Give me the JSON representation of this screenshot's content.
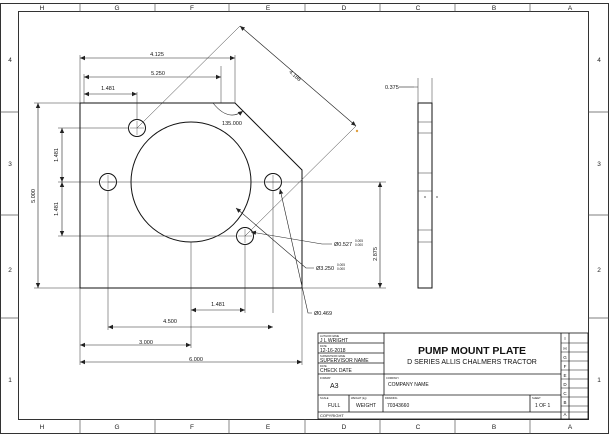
{
  "border": {
    "columns": [
      "H",
      "G",
      "F",
      "E",
      "D",
      "C",
      "B",
      "A"
    ],
    "rows": [
      "4",
      "3",
      "2",
      "1"
    ]
  },
  "dimensions": {
    "d_4125": "4.125",
    "d_5250": "5.250",
    "d_1481_top": "1.481",
    "d_4188": "4.188",
    "d_135": "135.000",
    "d_1481_v1": "1.481",
    "d_1481_v2": "1.481",
    "d_5000": "5.000",
    "d_2875": "2.875",
    "d_0375": "0.375",
    "d_1481_bot": "1.481",
    "d_4500": "4.500",
    "d_3000": "3.000",
    "d_6000": "6.000",
    "hole_small": "Ø0.527",
    "hole_small_tol_top": "0.005",
    "hole_small_tol_bot": "0.000",
    "hole_large": "Ø3.250",
    "hole_large_tol_top": "0.005",
    "hole_large_tol_bot": "0.000",
    "hole_bolt": "Ø0.469"
  },
  "title_block": {
    "title": "PUMP MOUNT PLATE",
    "subtitle": "D SERIES ALLIS CHALMERS TRACTOR",
    "author_label": "AUTHOR NAME",
    "author": "J L WRIGHT",
    "date_label": "DATE",
    "date": "12-16-2018",
    "supervisor_label": "SUPERVISOR NAME",
    "supervisor": "SUPERVISOR NAME",
    "check_label": "DATE",
    "check_date": "CHECK DATE",
    "format_label": "FORMAT",
    "format": "A3",
    "company_label": "COMPANY",
    "company": "COMPANY NAME",
    "scale_label": "SCALE",
    "scale": "FULL",
    "weight_label": "WEIGHT (kg)",
    "weight": "WEIGHT",
    "drawing_label": "DRAWING",
    "drawing_number": "70343660",
    "sheet_label": "SHEET",
    "sheet": "1 OF 1",
    "copyright": "COPYRIGHT",
    "revisions": [
      "I",
      "H",
      "G",
      "F",
      "E",
      "D",
      "C",
      "B",
      "A"
    ]
  }
}
